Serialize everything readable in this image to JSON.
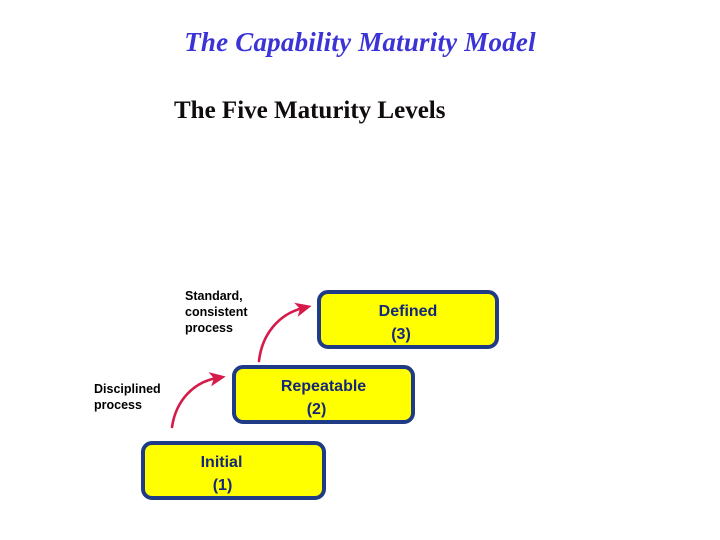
{
  "slide": {
    "title": "The Capability Maturity Model",
    "subtitle": "The Five Maturity Levels",
    "title_color": "#3b33d6",
    "subtitle_color": "#100c0c",
    "background_color": "#ffffff"
  },
  "style": {
    "box_fill": "#ffff00",
    "box_border": "#1f3b86",
    "box_text": "#14287a",
    "arrow_color": "#d61a4a",
    "annotation_text": "#000000"
  },
  "levels": [
    {
      "name": "Defined",
      "number": "(3)",
      "id": "defined"
    },
    {
      "name": "Repeatable",
      "number": "(2)",
      "id": "repeatable"
    },
    {
      "name": "Initial",
      "number": "(1)",
      "id": "initial"
    }
  ],
  "annotations": [
    {
      "id": "standard",
      "text": "Standard,\nconsistent\nprocess"
    },
    {
      "id": "disciplined",
      "text": "Disciplined\nprocess"
    }
  ]
}
